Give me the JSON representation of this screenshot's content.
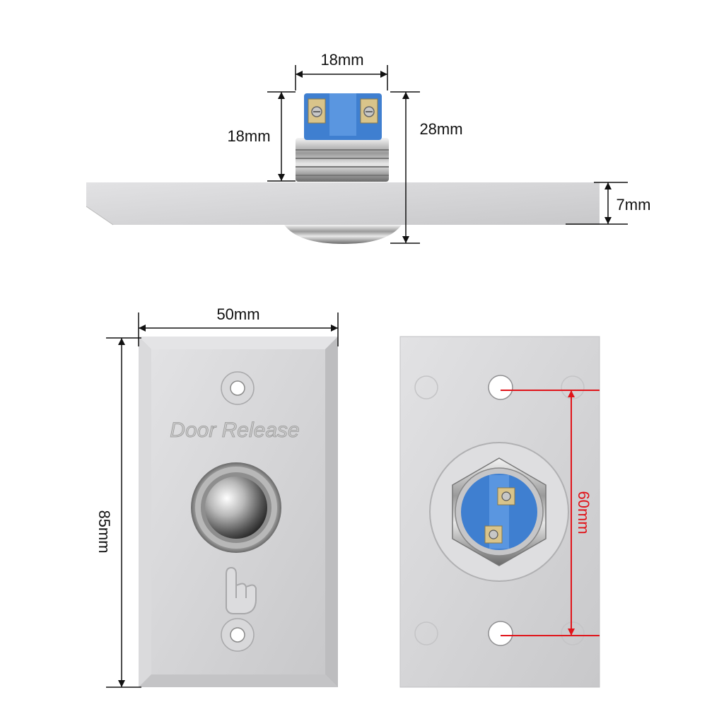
{
  "dimensions": {
    "top_width": "18mm",
    "top_height": "18mm",
    "total_depth": "28mm",
    "plate_thickness": "7mm",
    "front_width": "50mm",
    "front_height": "85mm",
    "hole_spacing": "60mm"
  },
  "plate_engraving": "Door Release",
  "colors": {
    "plate": "#d6d6d8",
    "terminal_block": "#3f7fd0",
    "dimension_line": "#111111",
    "hole_spacing_line": "#e0141a"
  },
  "icons": {
    "push_button": "chrome-dome-button",
    "hand": "pointing-hand-icon",
    "holes": "screw-hole"
  }
}
